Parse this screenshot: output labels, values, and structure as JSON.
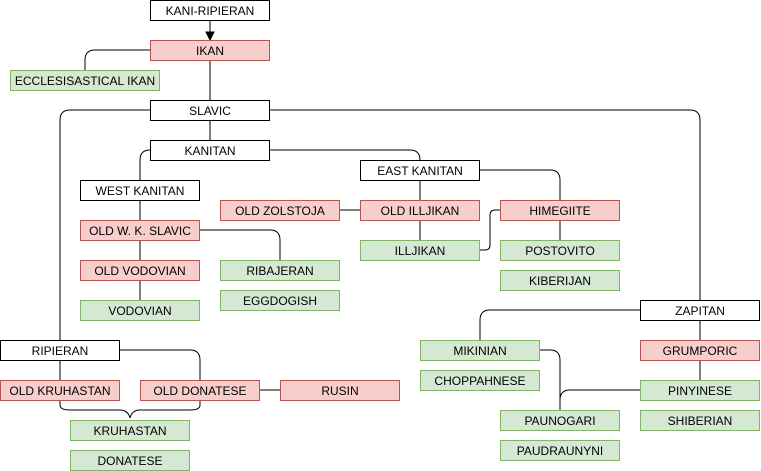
{
  "nodes": {
    "kani_ripieran": "KANI-RIPIERAN",
    "ikan": "IKAN",
    "ecclesisastical_ikan": "ECCLESISASTICAL IKAN",
    "slavic": "SLAVIC",
    "kanitan": "KANITAN",
    "east_kanitan": "EAST KANITAN",
    "west_kanitan": "WEST KANITAN",
    "old_zolstoja": "OLD ZOLSTOJA",
    "old_illjikan": "OLD ILLJIKAN",
    "himegiite": "HIMEGIITE",
    "old_w_k_slavic": "OLD W. K. SLAVIC",
    "illjikan": "ILLJIKAN",
    "postovito": "POSTOVITO",
    "old_vodovian": "OLD VODOVIAN",
    "ribajeran": "RIBAJERAN",
    "kiberijan": "KIBERIJAN",
    "eggdogish": "EGGDOGISH",
    "vodovian": "VODOVIAN",
    "zapitan": "ZAPITAN",
    "ripieran": "RIPIERAN",
    "mikinian": "MIKINIAN",
    "grumporic": "GRUMPORIC",
    "choppahnese": "CHOPPAHNESE",
    "old_kruhastan": "OLD KRUHASTAN",
    "old_donatese": "OLD DONATESE",
    "rusin": "RUSIN",
    "pinyinese": "PINYINESE",
    "paunogari": "PAUNOGARI",
    "shiberian": "SHIBERIAN",
    "kruhastan": "KRUHASTAN",
    "paudraunyni": "PAUDRAUNYNI",
    "donatese": "DONATESE"
  },
  "colors": {
    "root": "#ffffff",
    "extinct_fill": "#f8cecc",
    "extinct_border": "#b85450",
    "living_fill": "#d5e8d4",
    "living_border": "#82b366",
    "edge": "#000000"
  }
}
